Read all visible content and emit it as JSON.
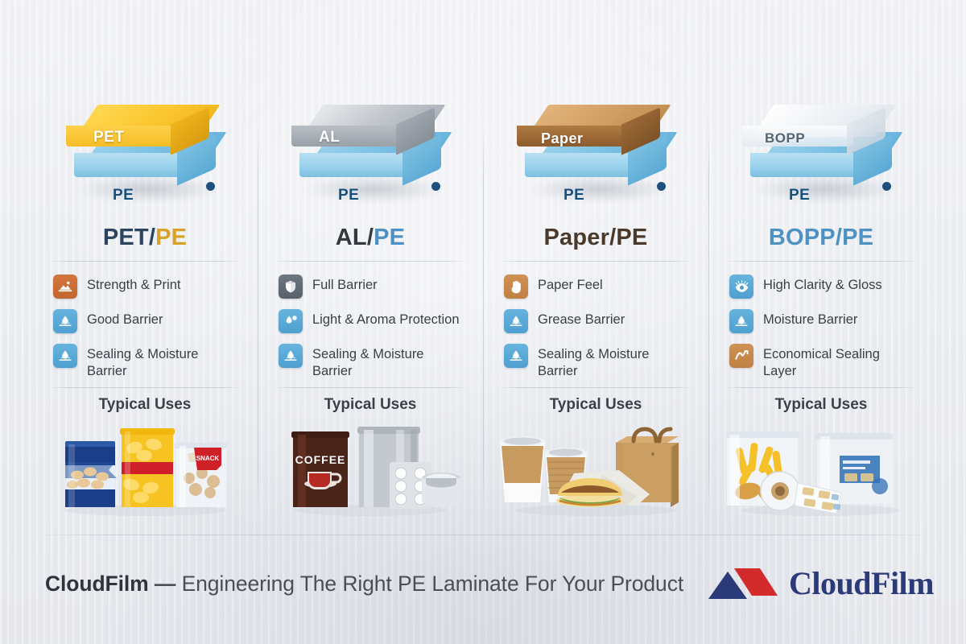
{
  "background": {
    "base_color": "#eceef2"
  },
  "columns": [
    {
      "id": "pet-pe",
      "block": {
        "top_material": "PET",
        "top_label": "PET",
        "bottom_label": "PE",
        "top_color": "#f6bd26",
        "bottom_color": "#8ccbe9"
      },
      "title": {
        "primary": "PET",
        "slash": "/",
        "secondary": "PE",
        "primary_color": "#2b4560",
        "secondary_color": "#d9a32a"
      },
      "features": [
        {
          "icon": "strength-print-icon",
          "label": "Strength & Print",
          "icon_color": "#c2652f"
        },
        {
          "icon": "water-droplet-barrier-icon",
          "label": "Good Barrier",
          "icon_color": "#4f9fd0"
        },
        {
          "icon": "water-droplet-barrier-icon",
          "label": "Sealing & Moisture Barrier",
          "icon_color": "#4f9fd0"
        }
      ],
      "uses_title": "Typical Uses",
      "uses_art": "snack-bags"
    },
    {
      "id": "al-pe",
      "block": {
        "top_material": "AL",
        "top_label": "AL",
        "bottom_label": "PE",
        "top_color": "#b9bec5",
        "bottom_color": "#8ccbe9"
      },
      "title": {
        "primary": "AL",
        "slash": "/",
        "secondary": "PE",
        "primary_color": "#34393f",
        "secondary_color": "#4e92c4"
      },
      "features": [
        {
          "icon": "shield-barrier-icon",
          "label": "Full Barrier",
          "icon_color": "#596169"
        },
        {
          "icon": "light-aroma-icon",
          "label": "Light & Aroma Protection",
          "icon_color": "#4f9fd0"
        },
        {
          "icon": "water-droplet-barrier-icon",
          "label": "Sealing & Moisture Barrier",
          "icon_color": "#4f9fd0"
        }
      ],
      "uses_title": "Typical Uses",
      "uses_art": "coffee-pharma-packs"
    },
    {
      "id": "paper-pe",
      "block": {
        "top_material": "Paper",
        "top_label": "Paper",
        "bottom_label": "PE",
        "top_color": "#c08a4c",
        "bottom_color": "#8ccbe9"
      },
      "title": {
        "primary": "Paper",
        "slash": "/",
        "secondary": "PE",
        "primary_color": "#4b3a2c",
        "secondary_color": "#4b3a2c"
      },
      "features": [
        {
          "icon": "hand-paper-feel-icon",
          "label": "Paper Feel",
          "icon_color": "#c08044"
        },
        {
          "icon": "water-droplet-barrier-icon",
          "label": "Grease Barrier",
          "icon_color": "#4f9fd0"
        },
        {
          "icon": "water-droplet-barrier-icon",
          "label": "Sealing & Moisture Barrier",
          "icon_color": "#4f9fd0"
        }
      ],
      "uses_title": "Typical Uses",
      "uses_art": "cups-bag-burger"
    },
    {
      "id": "bopp-pe",
      "block": {
        "top_material": "BOPP",
        "top_label": "BOPP",
        "bottom_label": "PE",
        "top_color": "#e8eef3",
        "bottom_color": "#8ccbe9"
      },
      "title": {
        "primary": "BOPP",
        "slash": "/",
        "secondary": "PE",
        "primary_color": "#4e92c4",
        "secondary_color": "#4e92c4"
      },
      "features": [
        {
          "icon": "eye-clarity-icon",
          "label": "High Clarity & Gloss",
          "icon_color": "#4f9fd0"
        },
        {
          "icon": "water-droplet-barrier-icon",
          "label": "Moisture Barrier",
          "icon_color": "#4f9fd0"
        },
        {
          "icon": "economical-seal-icon",
          "label": "Economical Sealing Layer",
          "icon_color": "#c08044"
        }
      ],
      "uses_title": "Typical Uses",
      "uses_art": "clear-bags-label-roll"
    }
  ],
  "footer": {
    "brand": "CloudFilm",
    "dash": "—",
    "tagline": "Engineering The Right PE Laminate For Your Product",
    "logo_word": "CloudFilm",
    "logo_blue": "#2b3a78",
    "logo_red": "#d32b2b"
  }
}
